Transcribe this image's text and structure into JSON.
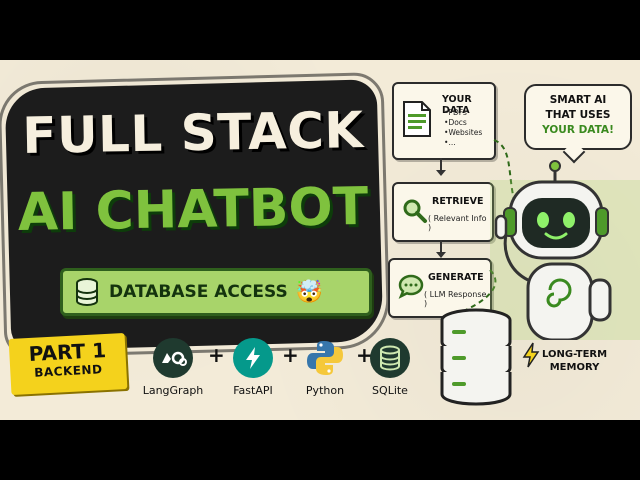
{
  "title": {
    "line1": "FULL STACK",
    "line2": "AI CHATBOT"
  },
  "banner": {
    "label": "DATABASE ACCESS",
    "emoji": "🤯"
  },
  "part": {
    "label": "PART 1",
    "sub": "BACKEND"
  },
  "tech": [
    {
      "name": "LangGraph",
      "icon": "langgraph-icon",
      "color": "#1f3a2f"
    },
    {
      "name": "FastAPI",
      "icon": "fastapi-icon",
      "color": "#05998b"
    },
    {
      "name": "Python",
      "icon": "python-icon",
      "color": "#3776ab"
    },
    {
      "name": "SQLite",
      "icon": "sqlite-icon",
      "color": "#1f3a2f"
    }
  ],
  "plus": "+",
  "flow": {
    "your_data": {
      "title": "YOUR DATA",
      "items": [
        "PDFs",
        "Docs",
        "Websites",
        "..."
      ]
    },
    "retrieve": {
      "title": "RETRIEVE",
      "sub": "( Relevant Info )"
    },
    "generate": {
      "title": "GENERATE",
      "sub": "( LLM Response )"
    }
  },
  "bubble": {
    "line1": "SMART AI",
    "line2": "THAT USES",
    "line3": "YOUR DATA!"
  },
  "memory": {
    "line1": "LONG-TERM",
    "line2": "MEMORY"
  },
  "colors": {
    "accent_green": "#7fc23e",
    "paper": "#f3ebd8",
    "yellow": "#f4d21c",
    "dark": "#1c1c1c"
  }
}
